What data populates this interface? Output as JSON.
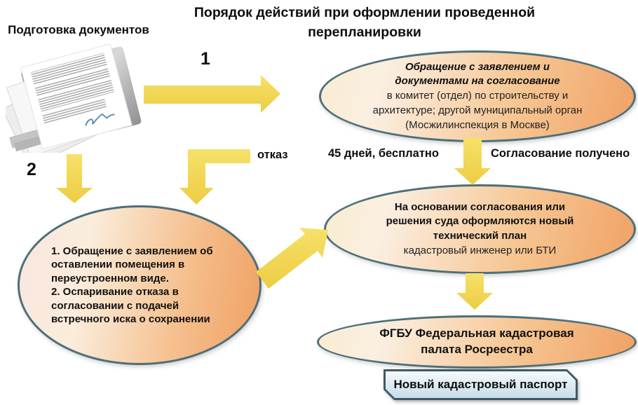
{
  "title": {
    "text": "Порядок действий при оформлении проведенной перепланировки"
  },
  "prep": {
    "label": "Подготовка документов",
    "step1": "1",
    "step2": "2"
  },
  "edges": {
    "refusal": "отказ",
    "duration": "45 дней, бесплатно",
    "approved": "Согласование получено"
  },
  "nodes": {
    "application": {
      "heading": "Обращение с заявлением  и документами на  согласование",
      "body": "в комитет (отдел) по строительству и архитектуре; другой муниципальный орган (Мосжилинспекция в Москве)"
    },
    "court": {
      "items": [
        "1.   Обращение с заявлением  об оставлении помещения в переустроенном виде.",
        "2.   Оспаривание отказа в согласовании с подачей встречного иска о сохранении"
      ]
    },
    "techplan": {
      "heading": "На основании согласования или решения суда оформляются новый технический план",
      "body": "кадастровый инженер или БТИ"
    },
    "cadastre": {
      "label": "ФГБУ Федеральная кадастровая палата Росреестра"
    },
    "passport": {
      "label": "Новый кадастровый паспорт"
    }
  },
  "icons": {
    "documents": "document-stack-icon"
  },
  "colors": {
    "arrow_top": "#F6E169",
    "arrow_bottom": "#EDCC43",
    "ellipse_border": "#4C6F7B",
    "ellipse_gradient_start": "#F8ECCF",
    "ellipse_gradient_end": "#F0A164",
    "box_border": "#3F5964",
    "box_fill_bottom": "#C6DCE8",
    "signature_blue": "#5E93B8",
    "text": "#0d0d0d"
  }
}
